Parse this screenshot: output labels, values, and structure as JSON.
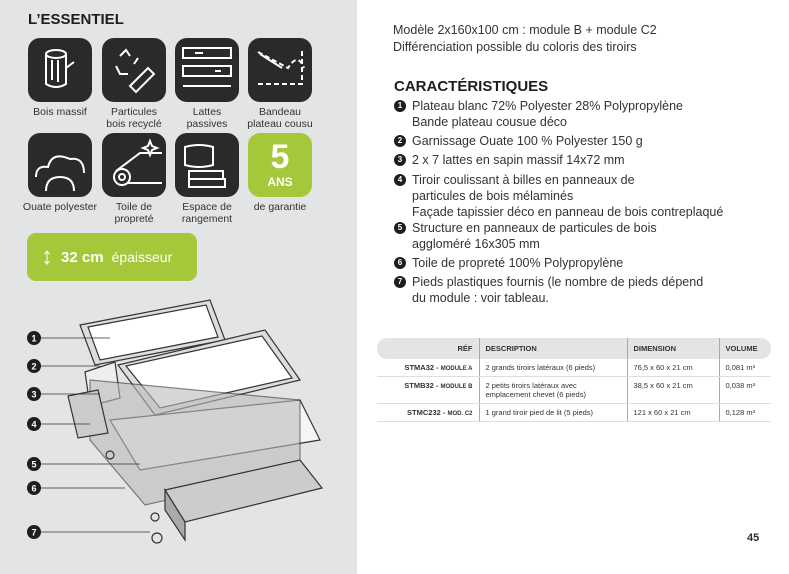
{
  "essentiel": {
    "title": "L’ESSENTIEL",
    "features": [
      {
        "icon": "log-icon",
        "label1": "Bois massif",
        "label2": ""
      },
      {
        "icon": "recycle-wood-icon",
        "label1": "Particules",
        "label2": "bois recyclé"
      },
      {
        "icon": "slats-icon",
        "label1": "Lattes",
        "label2": "passives"
      },
      {
        "icon": "sewing-needle-icon",
        "label1": "Bandeau",
        "label2": "plateau cousu"
      },
      {
        "icon": "cloud-fiber-icon",
        "label1": "Ouate polyester",
        "label2": ""
      },
      {
        "icon": "roll-fabric-icon",
        "label1": "Toile de",
        "label2": "propreté"
      },
      {
        "icon": "pillow-storage-icon",
        "label1": "Espace de",
        "label2": "rangement"
      },
      {
        "icon": "warranty-badge",
        "label1": "de garantie",
        "label2": "",
        "big": "5",
        "small": "ANS"
      }
    ],
    "thickness": {
      "value": "32 cm",
      "label": "épaisseur"
    },
    "callouts": [
      "1",
      "2",
      "3",
      "4",
      "5",
      "6",
      "7"
    ]
  },
  "intro": [
    "Modèle 2x160x100 cm : module B + module C2",
    "Différenciation possible du coloris des tiroirs"
  ],
  "characteristics": {
    "title": "CARACTÉRISTIQUES",
    "items": [
      {
        "n": "1",
        "lines": [
          "Plateau blanc 72% Polyester 28% Polypropylène",
          "Bande plateau cousue déco"
        ]
      },
      {
        "n": "2",
        "lines": [
          "Garnissage Ouate 100 % Polyester 150 g"
        ]
      },
      {
        "n": "3",
        "lines": [
          "2 x 7 lattes en sapin massif 14x72 mm"
        ]
      },
      {
        "n": "4",
        "lines": [
          "Tiroir coulissant à billes en panneaux de",
          "particules de bois mélaminés",
          "Façade tapissier déco en panneau de bois contreplaqué"
        ]
      },
      {
        "n": "5",
        "lines": [
          "Structure en panneaux de particules de bois",
          "aggloméré 16x305 mm"
        ]
      },
      {
        "n": "6",
        "lines": [
          "Toile de propreté 100% Polypropylène"
        ]
      },
      {
        "n": "7",
        "lines": [
          "Pieds plastiques fournis (le nombre de pieds dépend",
          "du module : voir tableau."
        ]
      }
    ]
  },
  "table": {
    "headers": [
      "RÉF",
      "DESCRIPTION",
      "DIMENSION",
      "VOLUME"
    ],
    "rows": [
      {
        "ref": "STMA32 -",
        "mod": "MODULE A",
        "desc": "2 grands tiroirs latéraux (6 pieds)",
        "dim": "76,5 x 60 x 21 cm",
        "vol": "0,081 m³"
      },
      {
        "ref": "STMB32 -",
        "mod": "MODULE B",
        "desc": "2 petits tiroirs latéraux avec emplacement chevet (6 pieds)",
        "dim": "38,5 x 60 x 21 cm",
        "vol": "0,038 m³"
      },
      {
        "ref": "STMC232 -",
        "mod": "MOD. C2",
        "desc": "1 grand tiroir pied de lit (5 pieds)",
        "dim": "121 x 60 x 21 cm",
        "vol": "0,128 m³"
      }
    ]
  },
  "page_number": "45"
}
